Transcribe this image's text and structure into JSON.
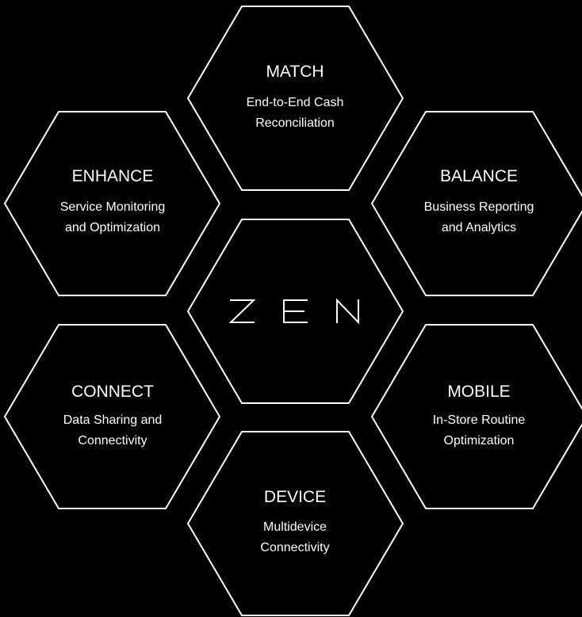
{
  "colors": {
    "background": "#000000",
    "stroke": "#ffffff",
    "text": "#ffffff"
  },
  "center": {
    "logo_text": "ZEN"
  },
  "modules": [
    {
      "id": "match",
      "title": "MATCH",
      "lines": [
        "End-to-End Cash",
        "Reconciliation"
      ]
    },
    {
      "id": "balance",
      "title": "BALANCE",
      "lines": [
        "Business Reporting",
        "and Analytics"
      ]
    },
    {
      "id": "mobile",
      "title": "MOBILE",
      "lines": [
        "In-Store Routine",
        "Optimization"
      ]
    },
    {
      "id": "device",
      "title": "DEVICE",
      "lines": [
        "Multidevice",
        "Connectivity"
      ]
    },
    {
      "id": "connect",
      "title": "CONNECT",
      "lines": [
        "Data Sharing and",
        "Connectivity"
      ]
    },
    {
      "id": "enhance",
      "title": "ENHANCE",
      "lines": [
        "Service Monitoring",
        "and Optimization"
      ]
    }
  ]
}
